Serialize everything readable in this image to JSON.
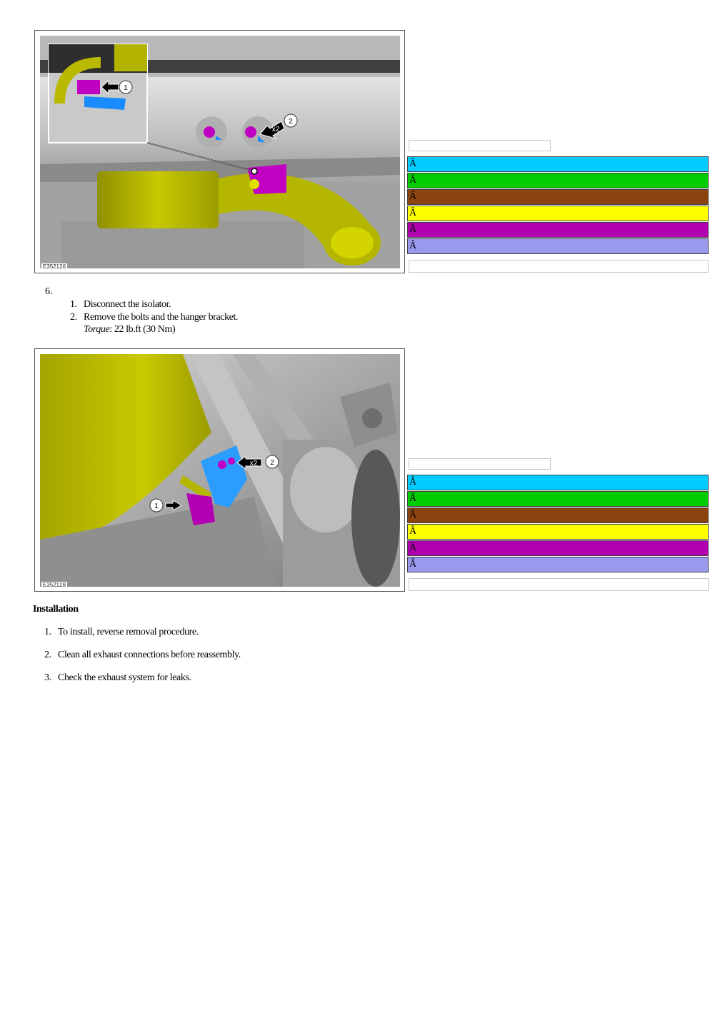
{
  "figure1": {
    "id_label": "E352126",
    "callouts": [
      "1",
      "2"
    ],
    "multiplier": "x2"
  },
  "legend1": {
    "swatches": [
      {
        "text": "Â",
        "color": "#00ccff"
      },
      {
        "text": "Â",
        "color": "#00cc00"
      },
      {
        "text": "Â",
        "color": "#8b4410"
      },
      {
        "text": "Â",
        "color": "#ffff00"
      },
      {
        "text": "Â",
        "color": "#b000b0"
      },
      {
        "text": "Â",
        "color": "#9999ee"
      }
    ]
  },
  "step6": {
    "number": "6.",
    "substeps": [
      {
        "n": "1.",
        "text": "Disconnect the isolator."
      },
      {
        "n": "2.",
        "text": "Remove the bolts and the hanger bracket."
      }
    ],
    "torque_label": "Torque",
    "torque_value": ": 22 lb.ft (30 Nm)"
  },
  "figure2": {
    "id_label": "E352128",
    "callouts": [
      "1",
      "2"
    ],
    "multiplier": "x2"
  },
  "legend2": {
    "swatches": [
      {
        "text": "Â",
        "color": "#00ccff"
      },
      {
        "text": "Â",
        "color": "#00cc00"
      },
      {
        "text": "Â",
        "color": "#8b4410"
      },
      {
        "text": "Â",
        "color": "#ffff00"
      },
      {
        "text": "Â",
        "color": "#b000b0"
      },
      {
        "text": "Â",
        "color": "#9999ee"
      }
    ]
  },
  "installation": {
    "heading": "Installation",
    "steps": [
      {
        "n": "1.",
        "text": "To install, reverse removal procedure."
      },
      {
        "n": "2.",
        "text": "Clean all exhaust connections before reassembly."
      },
      {
        "n": "3.",
        "text": "Check the exhaust system for leaks."
      }
    ]
  }
}
